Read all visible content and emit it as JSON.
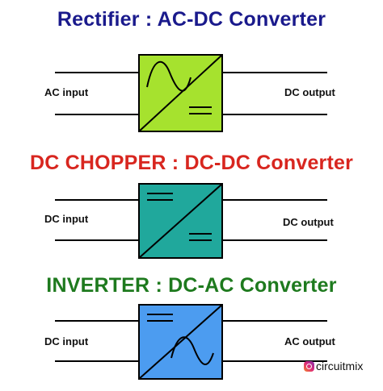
{
  "sections": [
    {
      "title": "Rectifier : AC-DC Converter",
      "title_color": "#1a1a8c",
      "input_label": "AC input",
      "output_label": "DC output",
      "box_color": "#a6e22e",
      "top_symbol": "sine-wave",
      "bottom_symbol": "dc-lines"
    },
    {
      "title": "DC CHOPPER : DC-DC Converter",
      "title_color": "#d8261f",
      "input_label": "DC input",
      "output_label": "DC output",
      "box_color": "#20a89c",
      "top_symbol": "dc-lines",
      "bottom_symbol": "dc-lines"
    },
    {
      "title": "INVERTER : DC-AC Converter",
      "title_color": "#1e7a1e",
      "input_label": "DC input",
      "output_label": "AC output",
      "box_color": "#4c9cf0",
      "top_symbol": "dc-lines",
      "bottom_symbol": "sine-wave"
    }
  ],
  "credit": {
    "text": "circuitmix",
    "icon": "instagram-icon"
  }
}
